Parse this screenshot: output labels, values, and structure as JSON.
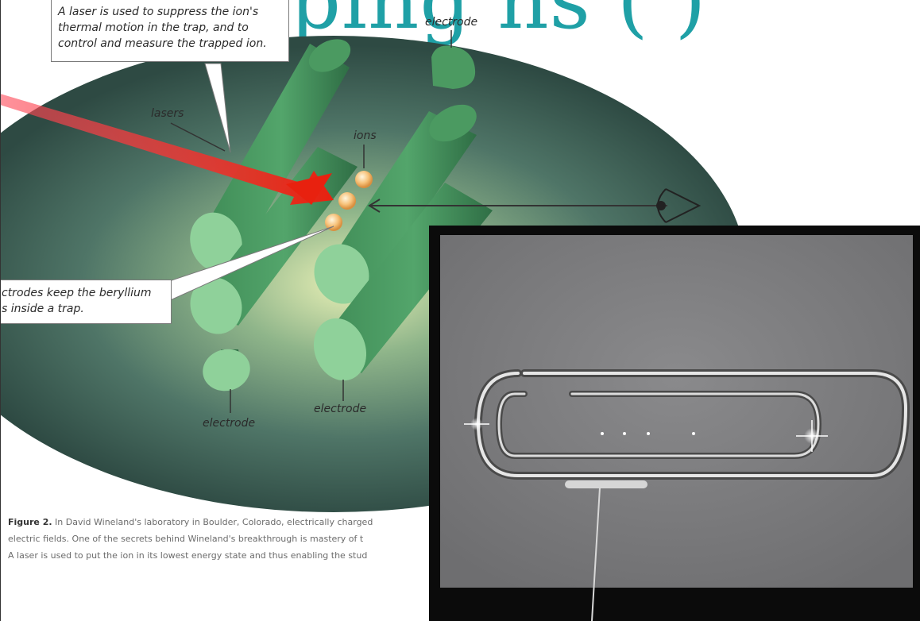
{
  "slide": {
    "title": "pping  ns (     )",
    "caption": {
      "lead": "Figure 2.",
      "line1": "In David Wineland's laboratory in Boulder, Colorado, electrically charged",
      "line2": "electric fields. One of the secrets behind Wineland's breakthrough is mastery of t",
      "line3": "A laser is used to put the ion in its lowest energy state and thus enabling the stud"
    }
  },
  "diagram": {
    "callout_top": {
      "line1": "A laser is used to suppress the ion's",
      "line2": "thermal motion in the trap, and to",
      "line3": "control and measure the trapped ion."
    },
    "callout_left": {
      "line1": "ctrodes keep the beryllium",
      "line2": "s inside a trap."
    },
    "labels": {
      "lasers": "lasers",
      "ions": "ions",
      "electrode_top": "electrode",
      "electrode_bottom_left": "electrode",
      "electrode_bottom_right": "electrode"
    },
    "colors": {
      "rod_light": "#8fd19a",
      "rod_mid": "#4c9a62",
      "rod_dark": "#2f6e45",
      "laser": "#e8210f",
      "ion": "#f7c27a",
      "halo_center": "#d9e6a3",
      "halo_edge": "#2e4a43",
      "title": "#1fa0a6"
    }
  },
  "photo": {
    "description_icons": [
      "paperclip-icon"
    ],
    "ion_count": 4,
    "colors": {
      "background": "#7e7e80",
      "frame": "#0b0b0b"
    }
  }
}
